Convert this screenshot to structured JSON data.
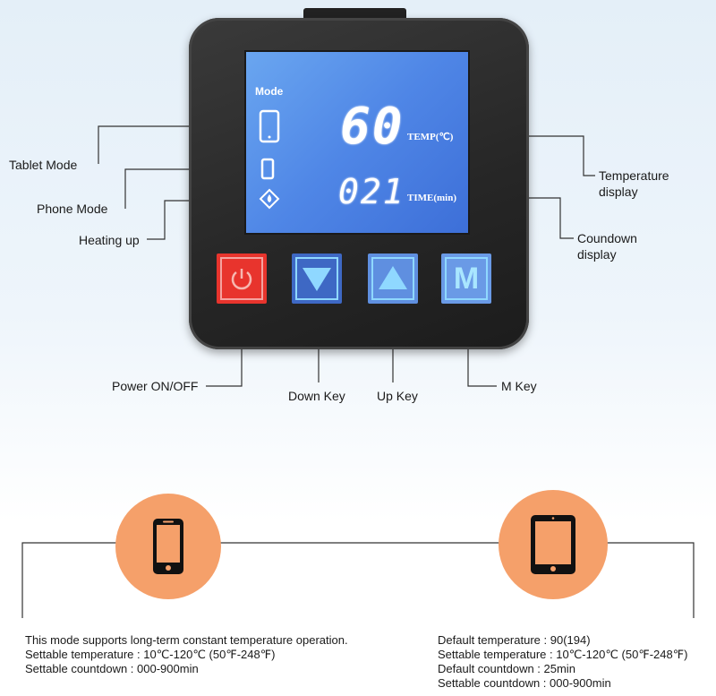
{
  "screen": {
    "mode_label": "Mode",
    "temperature_value": "60",
    "temperature_unit": "TEMP(℃)",
    "time_value": "021",
    "time_unit": "TIME(min)"
  },
  "buttons": {
    "m_key_letter": "M"
  },
  "callouts": {
    "tablet_mode": "Tablet Mode",
    "phone_mode": "Phone Mode",
    "heating_up": "Heating up",
    "temperature_display_line1": "Temperature",
    "temperature_display_line2": "display",
    "countdown_display_line1": "Coundown",
    "countdown_display_line2": "display",
    "power": "Power ON/OFF",
    "down_key": "Down Key",
    "up_key": "Up Key",
    "m_key": "M Key"
  },
  "modes": {
    "phone": {
      "icon": "phone-icon",
      "lines": [
        "This mode supports long-term constant temperature operation.",
        "Settable temperature : 10℃-120℃ (50℉-248℉)",
        "Settable countdown : 000-900min"
      ]
    },
    "tablet": {
      "icon": "tablet-icon",
      "lines": [
        "Default temperature : 90(194)",
        "Settable temperature : 10℃-120℃ (50℉-248℉)",
        "Default countdown : 25min",
        "Settable countdown : 000-900min"
      ]
    }
  },
  "colors": {
    "circle": "#f5a06a",
    "power_button": "#e8342d",
    "screen": "#4f86e6",
    "device_body": "#262626"
  }
}
